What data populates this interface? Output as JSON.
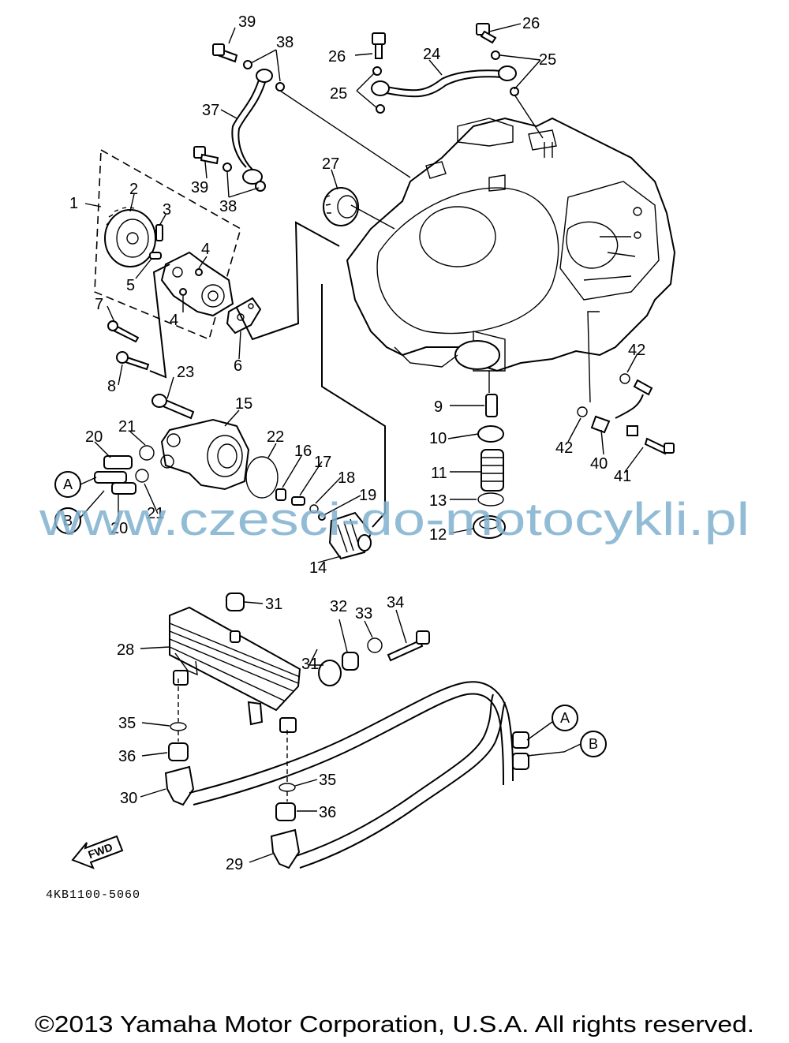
{
  "diagram": {
    "part_numbers": [
      "1",
      "2",
      "3",
      "4",
      "4",
      "5",
      "6",
      "7",
      "8",
      "9",
      "10",
      "11",
      "12",
      "13",
      "14",
      "15",
      "16",
      "17",
      "18",
      "19",
      "20",
      "20",
      "21",
      "21",
      "22",
      "23",
      "24",
      "25",
      "25",
      "26",
      "26",
      "27",
      "28",
      "29",
      "30",
      "31",
      "31",
      "32",
      "33",
      "34",
      "35",
      "35",
      "36",
      "36",
      "37",
      "38",
      "38",
      "39",
      "39",
      "40",
      "41",
      "42",
      "42"
    ],
    "connectors": [
      "A",
      "B",
      "A",
      "B"
    ],
    "fwd_label": "FWD",
    "drawing_code": "4KB1100-5060",
    "watermark": "www.czesci-do-motocykli.pl",
    "copyright": "©2013 Yamaha Motor Corporation, U.S.A. All rights reserved."
  }
}
